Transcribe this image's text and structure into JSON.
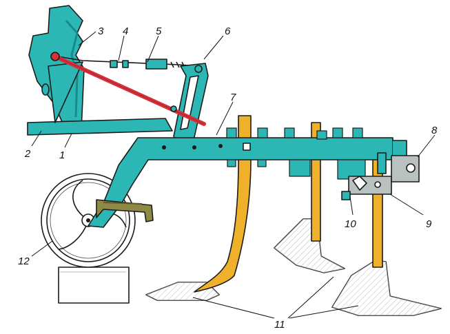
{
  "colors": {
    "frame": "#2cb7b5",
    "frame_dark": "#178b8a",
    "tine": "#f0b12a",
    "rod": "#d8303a",
    "bracket": "#8e8a45",
    "share": "#ffffff",
    "outline": "#1a1a1a",
    "clamp": "#b9c2c0"
  },
  "callouts": {
    "n1": "1",
    "n2": "2",
    "n3": "3",
    "n4": "4",
    "n5": "5",
    "n6": "6",
    "n7": "7",
    "n8": "8",
    "n9": "9",
    "n10": "10",
    "n11": "11",
    "n12": "12"
  }
}
